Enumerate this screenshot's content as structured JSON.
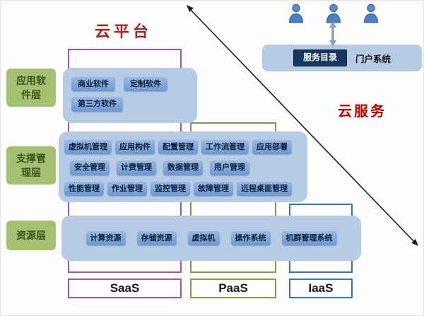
{
  "titles": {
    "cloud_platform": "云平台",
    "cloud_service": "云服务"
  },
  "portal": {
    "service_catalog": "服务目录",
    "portal_system": "门户系统"
  },
  "left_labels": [
    {
      "label": "应用软件层"
    },
    {
      "label": "支撑管理层"
    },
    {
      "label": "资源层"
    }
  ],
  "app_layer": {
    "items": [
      "商业软件",
      "定制软件",
      "第三方软件"
    ]
  },
  "mgmt_layer": {
    "rows": [
      [
        "虚拟机管理",
        "应用构件",
        "配置管理",
        "工作流管理",
        "应用部署"
      ],
      [
        "安全管理",
        "计费管理",
        "数据管理",
        "用户管理"
      ],
      [
        "性能管理",
        "作业管理",
        "监控管理",
        "故障管理",
        "远程桌面管理"
      ]
    ]
  },
  "resource_layer": {
    "items": [
      "计算资源",
      "存储资源",
      "虚拟机",
      "操作系统",
      "机群管理系统"
    ]
  },
  "columns": [
    {
      "label": "SaaS"
    },
    {
      "label": "PaaS"
    },
    {
      "label": "IaaS"
    }
  ],
  "icons": {
    "users": "user-icon",
    "portal_link": "vertical-double-arrow-icon",
    "axis": "diagonal-double-arrow-icon"
  },
  "colors": {
    "accent_red": "#c00000",
    "panel_blue": "#b6cbe4",
    "chip_blue": "#6d99d0",
    "navy": "#17375e",
    "layer_green": "#a4c171",
    "saas_border": "#a3539e",
    "paas_border": "#76a240",
    "iaas_border": "#2f74b5"
  }
}
